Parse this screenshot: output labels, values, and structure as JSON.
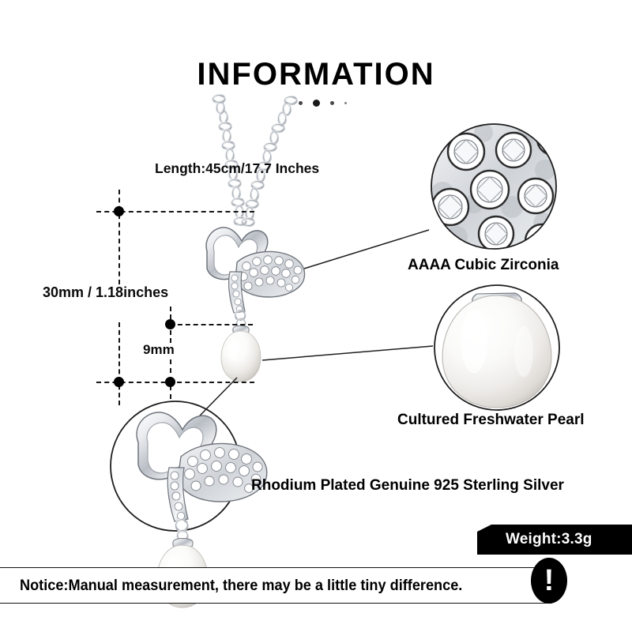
{
  "header": {
    "title": "INFORMATION",
    "dot_count": 5
  },
  "measurements": {
    "length_label": "Length:45cm/17.7 Inches",
    "pendant_label": "30mm / 1.18inches",
    "pearl_label": "9mm"
  },
  "callouts": [
    {
      "id": "cz",
      "caption": "AAAA Cubic Zirconia"
    },
    {
      "id": "pearl",
      "caption": "Cultured Freshwater Pearl"
    },
    {
      "id": "silver",
      "caption": "Rhodium Plated Genuine 925 Sterling Silver"
    }
  ],
  "weight": {
    "label": "Weight:3.3g"
  },
  "notice": {
    "text": "Notice:Manual measurement, there may be a little tiny difference.",
    "icon": "exclamation-icon",
    "glyph": "!"
  },
  "colors": {
    "background": "#ffffff",
    "ink": "#000000",
    "silver_light": "#f4f5f6",
    "silver_mid": "#c9ccd1",
    "silver_dark": "#7d838b",
    "pearl_light": "#ffffff",
    "pearl_shadow": "#c8c6c2"
  },
  "product": {
    "type": "butterfly-pearl-pendant-necklace",
    "chain": "cable-chain",
    "pendant": "butterfly-with-pearl-drop"
  }
}
